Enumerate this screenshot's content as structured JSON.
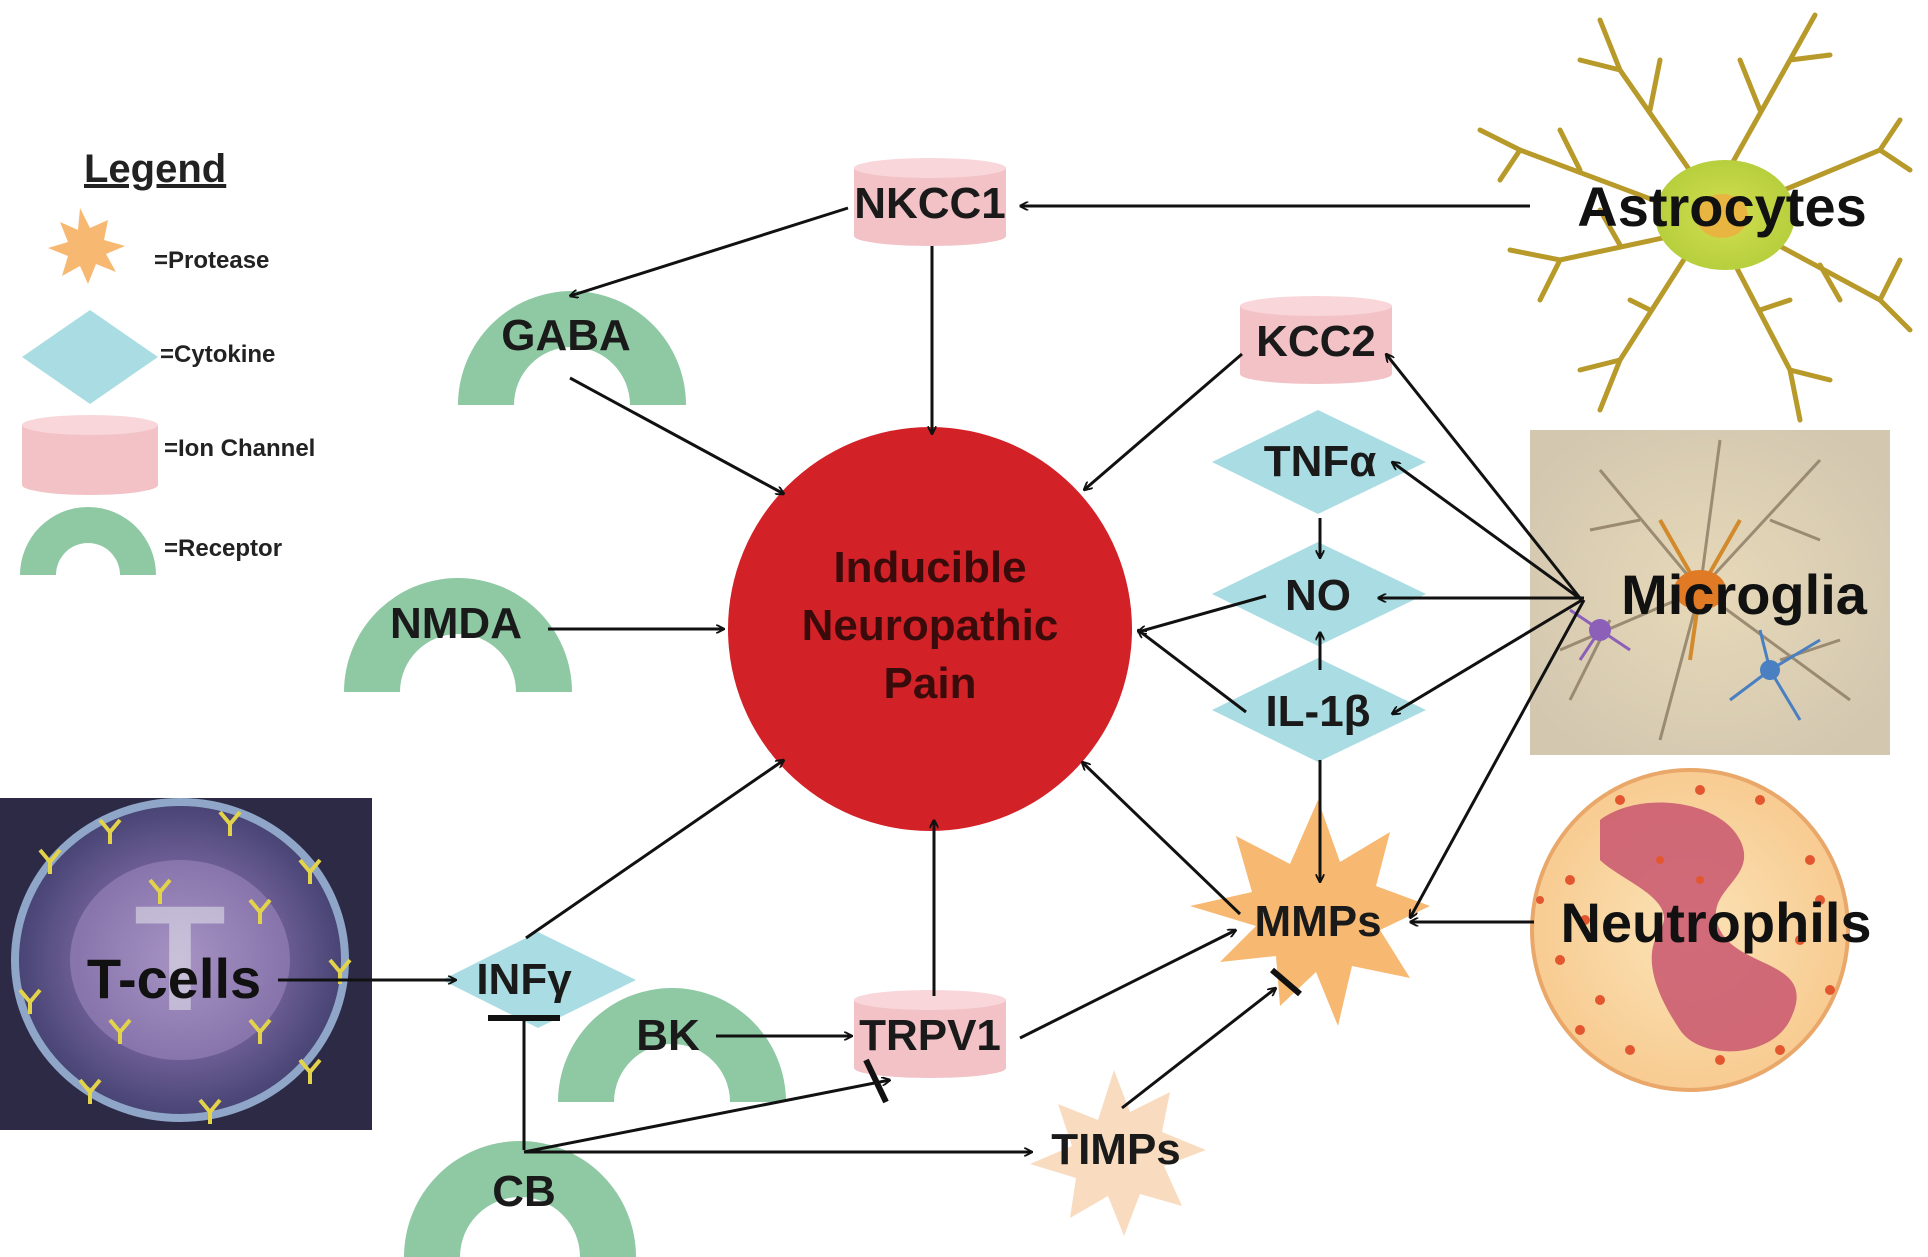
{
  "legend": {
    "title": "Legend",
    "protease": "=Protease",
    "cytokine": "=Cytokine",
    "ion_channel": "=Ion Channel",
    "receptor": "=Receptor"
  },
  "center": {
    "line1": "Inducible",
    "line2": "Neuropathic",
    "line3": "Pain"
  },
  "nodes": {
    "nkcc1": "NKCC1",
    "kcc2": "KCC2",
    "gaba": "GABA",
    "nmda": "NMDA",
    "tnfa": "TNFα",
    "no": "NO",
    "il1b": "IL-1β",
    "mmps": "MMPs",
    "infg": "INFγ",
    "bk": "BK",
    "trpv1": "TRPV1",
    "cb": "CB",
    "timps": "TIMPs"
  },
  "cells": {
    "astrocytes": "Astrocytes",
    "microglia": "Microglia",
    "neutrophils": "Neutrophils",
    "tcells": "T-cells",
    "tcell_letter": "T"
  },
  "colors": {
    "protease": "#f7b871",
    "protease_light": "#f9dcc0",
    "cytokine": "#a9dde3",
    "ion_channel": "#f2c2c6",
    "ion_channel_top": "#f8d6d9",
    "receptor": "#8ec9a4",
    "pain_circle": "#d32128"
  }
}
